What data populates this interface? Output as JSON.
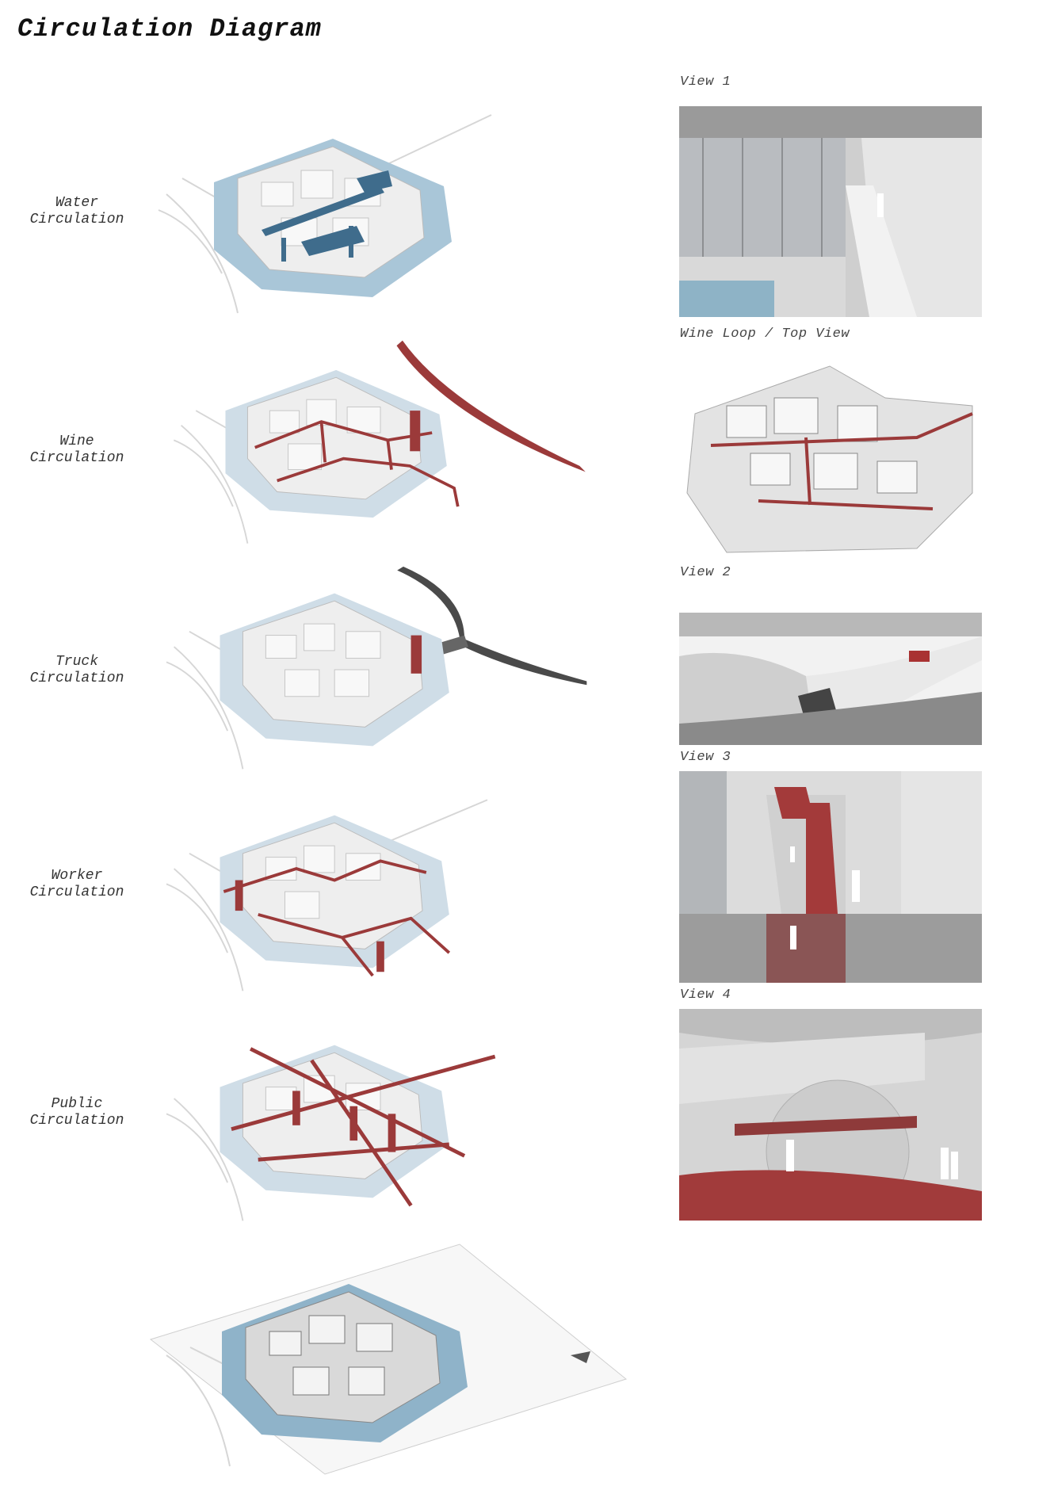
{
  "title": "Circulation Diagram",
  "rows": [
    {
      "line1": "Water",
      "line2": "Circulation"
    },
    {
      "line1": "Wine",
      "line2": "Circulation"
    },
    {
      "line1": "Truck",
      "line2": "Circulation"
    },
    {
      "line1": "Worker",
      "line2": "Circulation"
    },
    {
      "line1": "Public",
      "line2": "Circulation"
    }
  ],
  "views": [
    {
      "caption": "View 1"
    },
    {
      "caption": "Wine Loop / Top View"
    },
    {
      "caption": "View 2"
    },
    {
      "caption": "View 3"
    },
    {
      "caption": "View 4"
    }
  ],
  "colors": {
    "water": "#7fa6c0",
    "water_dark": "#3f6c8c",
    "wine": "#9b3a3a",
    "truck_road": "#555555",
    "building": "#efefef",
    "site_lines": "#d6d6d6"
  }
}
